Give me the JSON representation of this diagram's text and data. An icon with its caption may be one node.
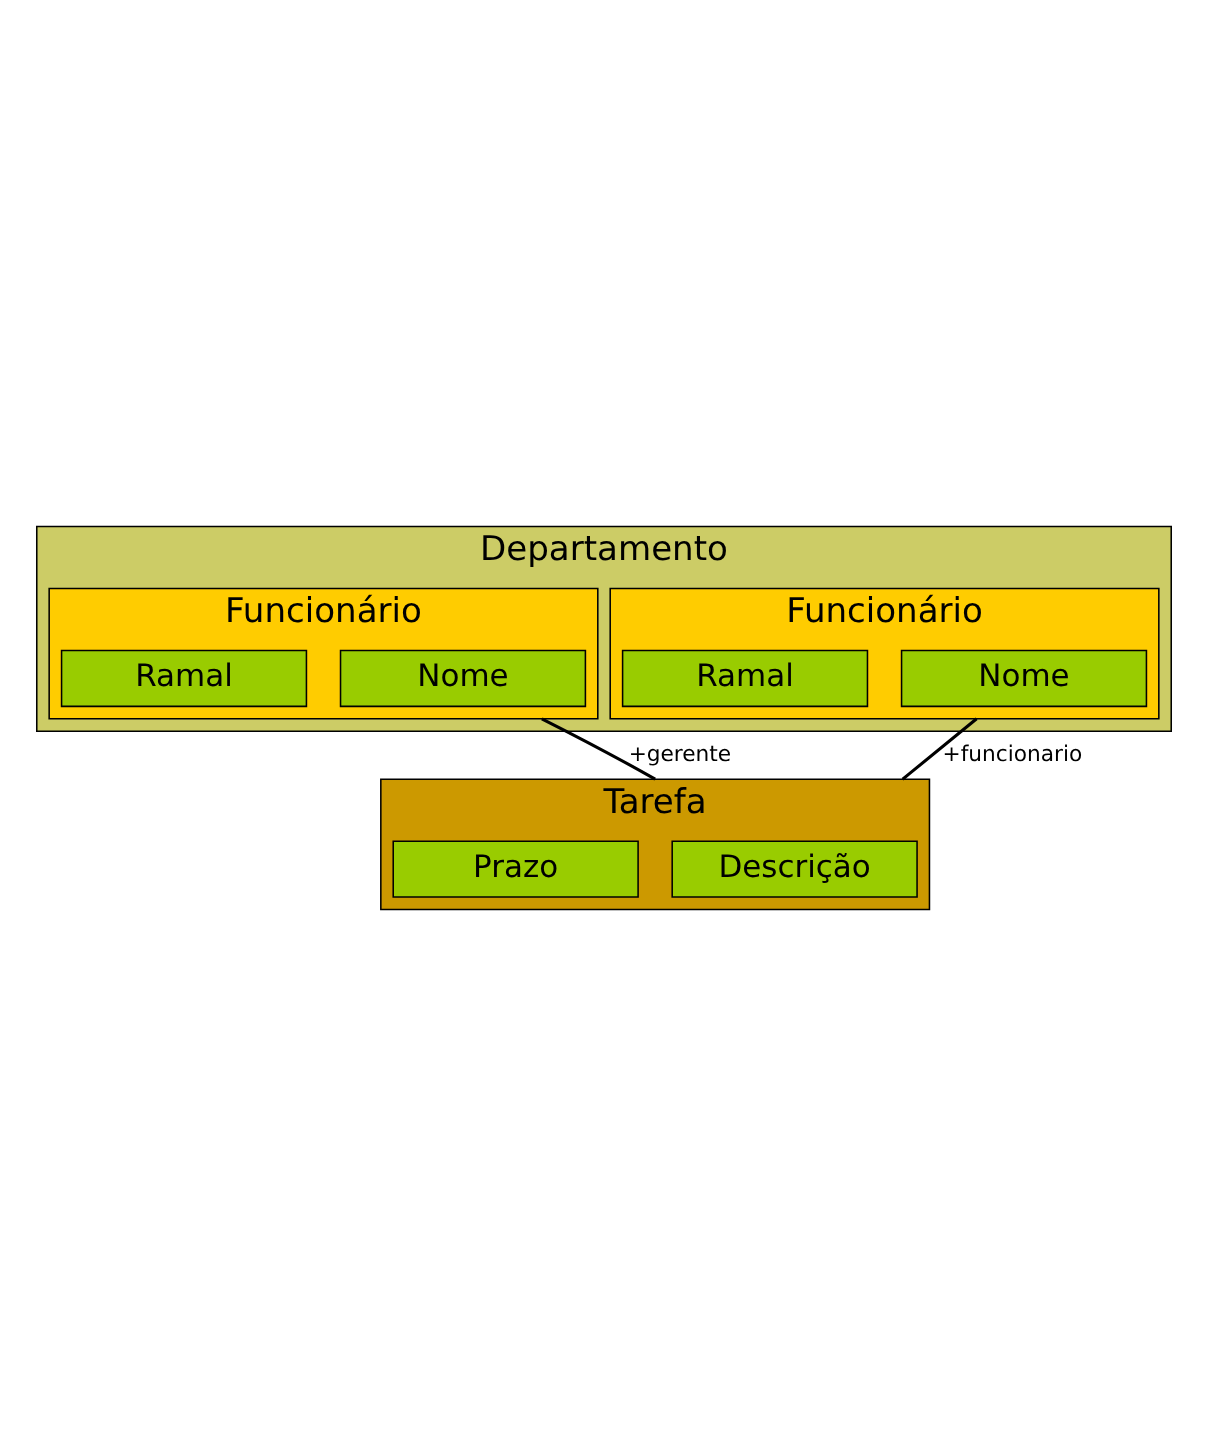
{
  "diagram": {
    "nodes": [
      {
        "text": [
          "Departamento"
        ]
      },
      {
        "text": [
          "Funcionário"
        ],
        "in": 0
      },
      {
        "text": [
          "Nome"
        ],
        "in": 1
      },
      {
        "text": [
          "Ramal"
        ],
        "in": 1
      },
      {
        "text": [
          "Funcionário"
        ],
        "in": 0
      },
      {
        "text": [
          "Nome"
        ],
        "in": 4
      },
      {
        "text": [
          "Ramal"
        ],
        "in": 4
      },
      {
        "text": [
          "Tarefa"
        ]
      },
      {
        "text": [
          "Descrição"
        ],
        "in": 7
      },
      {
        "text": [
          "Prazo"
        ],
        "in": 7
      }
    ],
    "edges": [
      {
        "from": 1,
        "to": 7,
        "arrow": "none",
        "label": "+gerente"
      },
      {
        "from": 4,
        "to": 7,
        "arrow": "none",
        "label": "+funcionario"
      }
    ]
  }
}
